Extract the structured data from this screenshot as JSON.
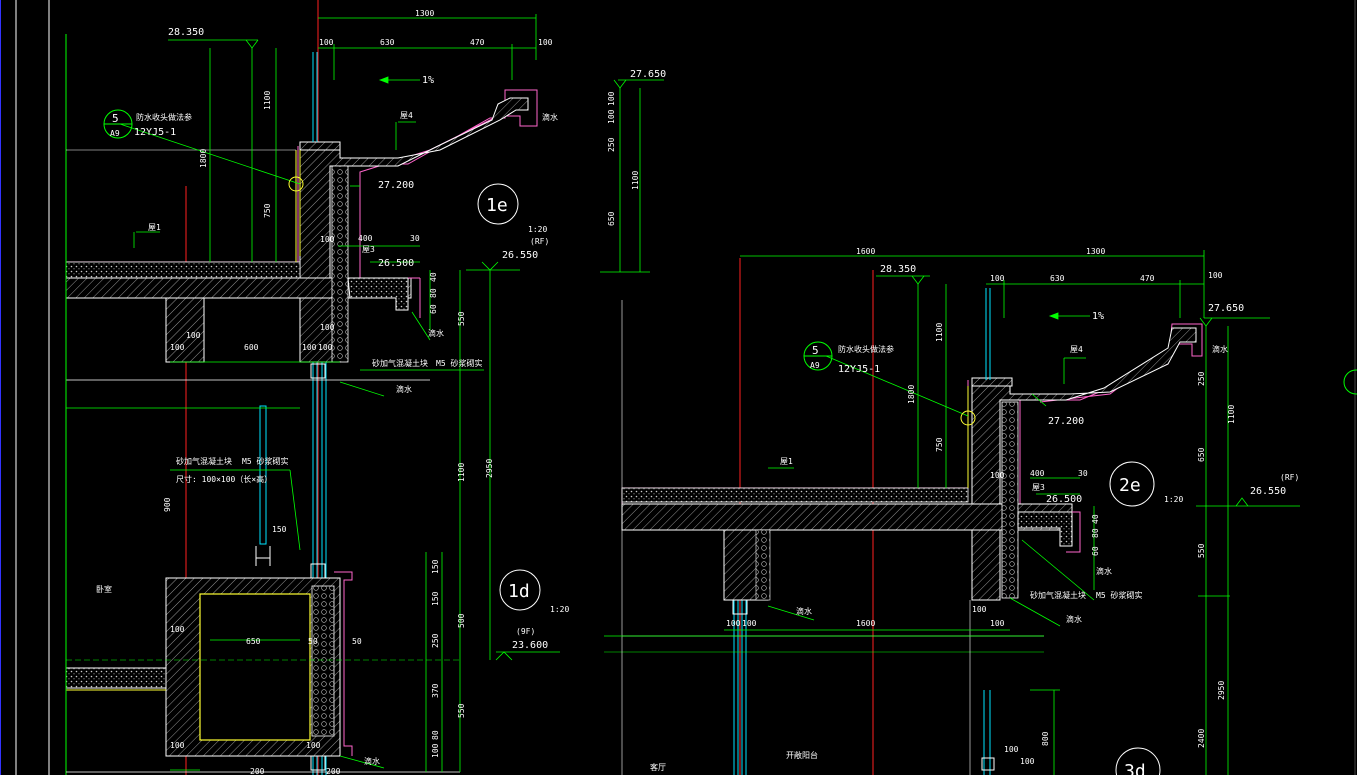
{
  "colors": {
    "background": "#000000",
    "dimension": "#00ff00",
    "axis": "#ff2020",
    "wall": "#ffffff",
    "finish": "#ff66cc",
    "frame": "#ffff33",
    "window": "#00e5ff",
    "text": "#ffffff"
  },
  "left": {
    "top_elev": "28.350",
    "dim_total": "1300",
    "dim_segments": [
      "100",
      "630",
      "470",
      "100"
    ],
    "slope": "1%",
    "ref_circle_num": "5",
    "ref_circle_sub": "A9",
    "ref_title": "防水收头做法参",
    "ref_atlas": "12YJ5-1",
    "layer4": "屋4",
    "drip1": "滴水",
    "parapet_elev": "27.200",
    "detail_id": "1e",
    "detail_scale": "1:20",
    "rf_label": "(RF)",
    "rf_elev": "26.550",
    "layer1": "屋1",
    "layer3": "屋3",
    "slab_elev": "26.500",
    "v_1100": "1100",
    "v_1800": "1800",
    "v_750": "750",
    "d_100a": "100",
    "d_400": "400",
    "d_30": "30",
    "d_550": "550",
    "d_100b": "100",
    "d_100c": "100",
    "d_600": "600",
    "d_100d": "100",
    "d_100e": "100",
    "d_100f": "100",
    "wall_note": "砂加气混凝土块",
    "mortar_note": "M5 砂浆砌实",
    "drip2": "滴水",
    "drip3": "滴水",
    "opening_note": "砂加气混凝土块",
    "opening_mortar": "M5 砂浆砌实",
    "opening_size": "尺寸: 100×100（长×高）",
    "v_900": "900",
    "room": "卧室",
    "d_150": "150",
    "v_1100b": "1100",
    "v_2950": "2950",
    "d_100g": "100",
    "d_650": "650",
    "d_50": "50",
    "d_50b": "50",
    "detail_id2": "1d",
    "detail_scale2": "1:20",
    "fl9_label": "(9F)",
    "fl9_elev": "23.600",
    "v_150": "150",
    "v_150b": "150",
    "v_500": "500",
    "v_250": "250",
    "v_370": "370",
    "v_550b": "550",
    "v_100": "100",
    "v_80": "80",
    "d_100h": "100",
    "d_200": "200",
    "d_100i": "100",
    "d_200b": "200",
    "drip4": "滴水",
    "v_80b": "80",
    "v_40": "40",
    "v_60": "60"
  },
  "middle": {
    "elev": "27.650",
    "v_100a": "100",
    "v_100b": "100",
    "v_250": "250",
    "v_1100": "1100",
    "v_650": "650"
  },
  "right": {
    "top_elev": "28.350",
    "dim_1600": "1600",
    "dim_total": "1300",
    "dim_segments": [
      "100",
      "630",
      "470",
      "100"
    ],
    "slope": "1%",
    "ref_circle_num": "5",
    "ref_circle_sub": "A9",
    "ref_title": "防水收头做法参",
    "ref_atlas": "12YJ5-1",
    "layer4": "屋4",
    "drip1": "滴水",
    "top_right_elev": "27.650",
    "v_250": "250",
    "v_1100": "1100",
    "parapet_elev": "27.200",
    "v_1100b": "1100",
    "v_1800": "1800",
    "v_750": "750",
    "layer1": "屋1",
    "d_100a": "100",
    "d_400": "400",
    "d_30": "30",
    "layer3": "屋3",
    "slab_elev": "26.500",
    "detail_id": "2e",
    "detail_scale": "1:20",
    "rf_label": "(RF)",
    "rf_elev": "26.550",
    "v_650": "650",
    "v_550": "550",
    "v_40": "40",
    "v_80": "80",
    "v_60": "60",
    "drip2": "滴水",
    "wall_note": "砂加气混凝土块",
    "mortar_note": "M5 砂浆砌实",
    "drip3": "滴水",
    "drip4": "滴水",
    "d_100b": "100",
    "d_100c": "100",
    "d_100d": "100",
    "d_1600b": "1600",
    "d_100e": "100",
    "v_2950": "2950",
    "v_2400": "2400",
    "v_800": "800",
    "d_100f": "100",
    "d_100g": "100",
    "room1": "客厅",
    "room2": "开敞阳台",
    "detail_id2": "3d"
  }
}
